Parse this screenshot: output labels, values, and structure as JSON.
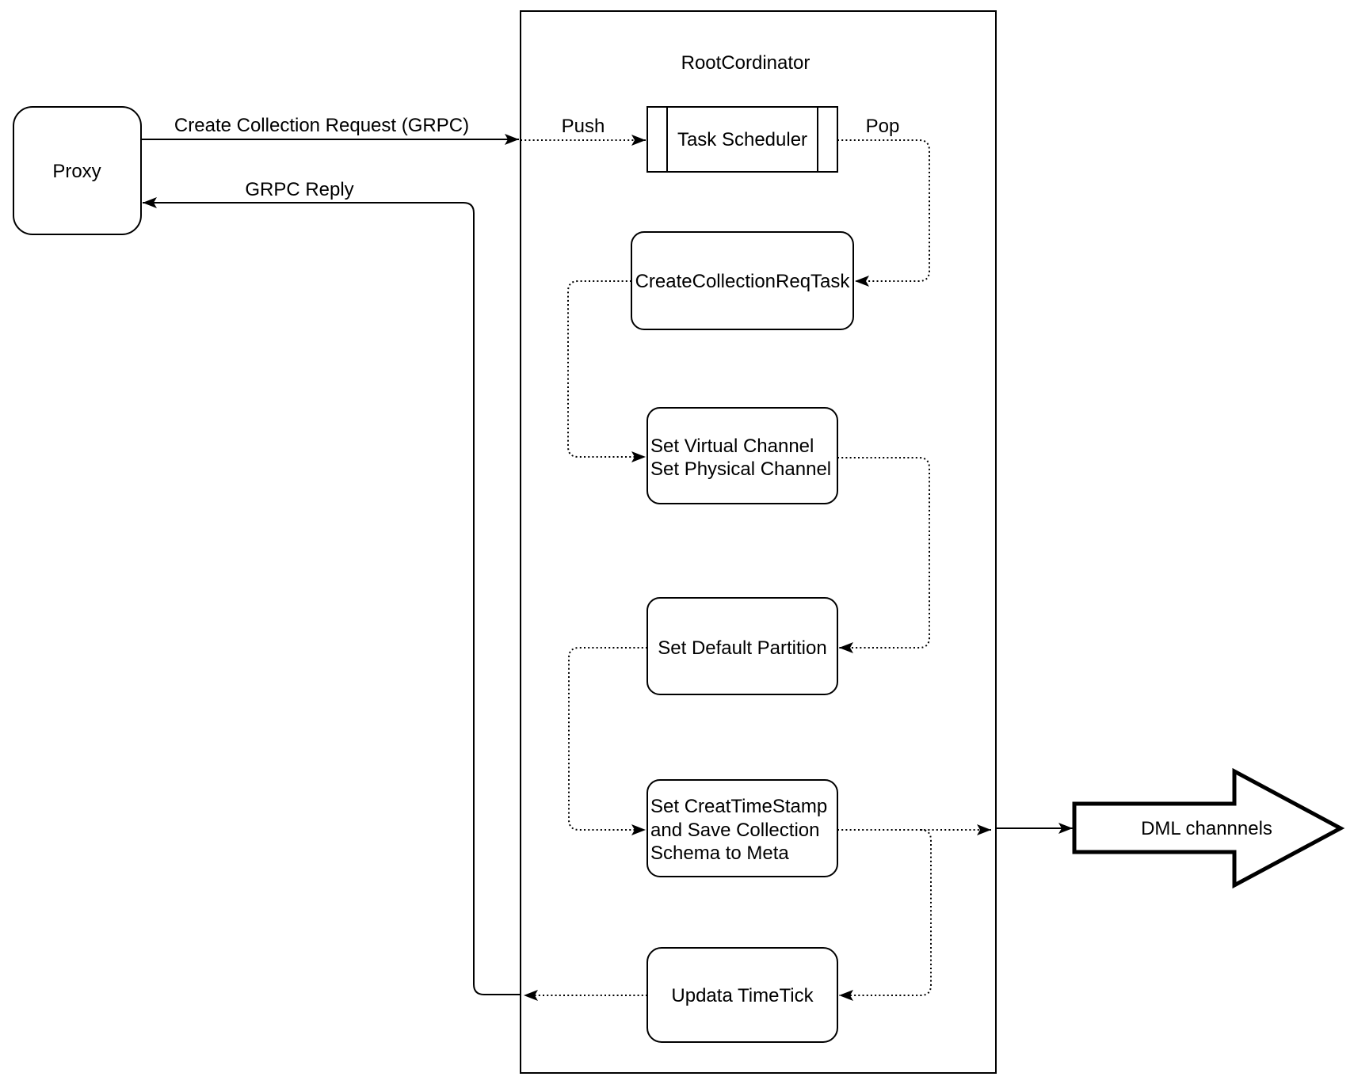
{
  "diagram": {
    "container_title": "RootCordinator",
    "nodes": {
      "proxy": {
        "label": "Proxy"
      },
      "task_scheduler": {
        "label": "Task Scheduler"
      },
      "create_collection_req_task": {
        "label": "CreateCollectionReqTask"
      },
      "set_channels": {
        "lines": [
          "Set Virtual Channel",
          "Set Physical Channel"
        ]
      },
      "set_default_partition": {
        "label": "Set Default Partition"
      },
      "set_timestamp_save_schema": {
        "lines": [
          "Set CreatTimeStamp",
          "and Save Collection",
          "Schema to Meta"
        ]
      },
      "update_timetick": {
        "label": "Updata TimeTick"
      },
      "dml_channels": {
        "label": "DML channnels"
      }
    },
    "edge_labels": {
      "create_collection_request": "Create Collection Request (GRPC)",
      "grpc_reply": "GRPC Reply",
      "push": "Push",
      "pop": "Pop"
    },
    "colors": {
      "stroke": "#000000",
      "fill": "#ffffff",
      "text": "#000000"
    }
  }
}
